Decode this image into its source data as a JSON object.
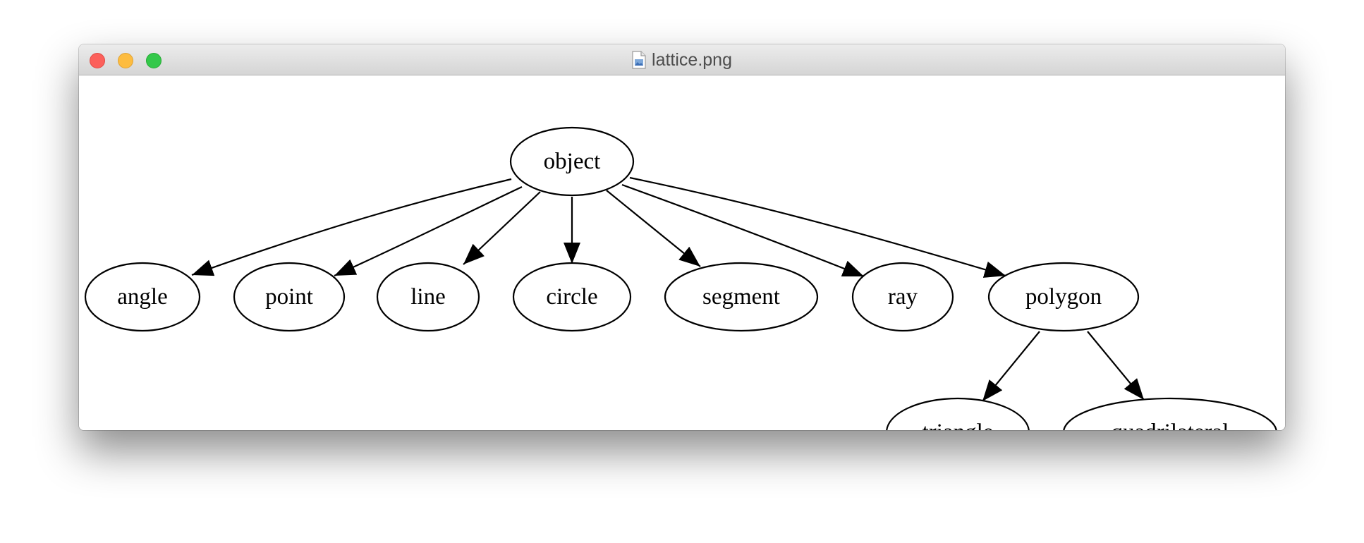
{
  "window": {
    "title": "lattice.png",
    "file_icon": "image-file-icon"
  },
  "graph": {
    "nodes": {
      "object": "object",
      "angle": "angle",
      "point": "point",
      "line": "line",
      "circle": "circle",
      "segment": "segment",
      "ray": "ray",
      "polygon": "polygon",
      "triangle": "triangle",
      "quadrilateral": "quadrilateral"
    },
    "edges": [
      [
        "object",
        "angle"
      ],
      [
        "object",
        "point"
      ],
      [
        "object",
        "line"
      ],
      [
        "object",
        "circle"
      ],
      [
        "object",
        "segment"
      ],
      [
        "object",
        "ray"
      ],
      [
        "object",
        "polygon"
      ],
      [
        "polygon",
        "triangle"
      ],
      [
        "polygon",
        "quadrilateral"
      ]
    ]
  }
}
